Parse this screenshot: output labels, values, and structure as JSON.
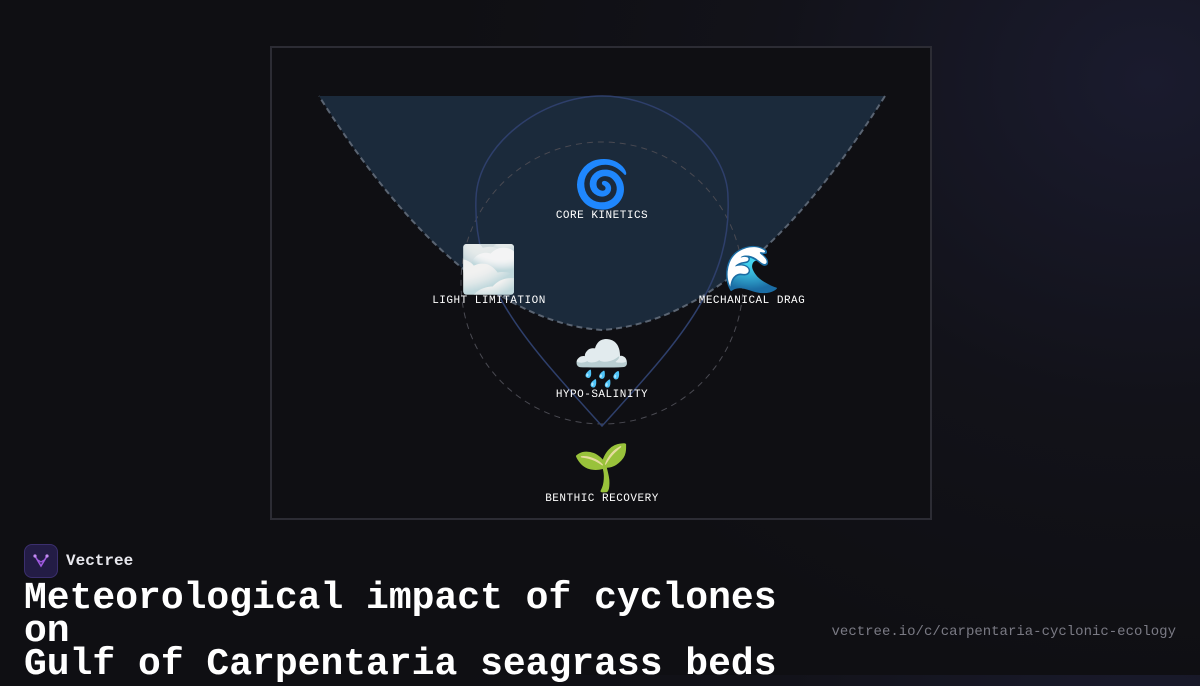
{
  "diagram": {
    "nodes": [
      {
        "id": "core",
        "label": "CORE KINETICS",
        "icon": "cyclone-icon",
        "glyph": "🌀"
      },
      {
        "id": "light",
        "label": "LIGHT LIMITATION",
        "icon": "fog-icon",
        "glyph": "🌫️"
      },
      {
        "id": "drag",
        "label": "MECHANICAL DRAG",
        "icon": "wave-icon",
        "glyph": "🌊"
      },
      {
        "id": "salinity",
        "label": "HYPO-SALINITY",
        "icon": "rain-cloud-icon",
        "glyph": "🌧️"
      },
      {
        "id": "recovery",
        "label": "BENTHIC RECOVERY",
        "icon": "seedling-icon",
        "glyph": "🌱"
      }
    ],
    "colors": {
      "fill": "#1b2a3b",
      "outline": "#5a6472",
      "drop_stroke": "#2e3f6b",
      "circle_stroke": "#4a4a52"
    }
  },
  "brand": {
    "name": "Vectree",
    "logo_icon": "vectree-logo-icon",
    "logo_color": "#a05ae0"
  },
  "headline": {
    "line1": "Meteorological impact of cyclones on",
    "line2": "Gulf of Carpentaria seagrass beds"
  },
  "url": "vectree.io/c/carpentaria-cyclonic-ecology"
}
